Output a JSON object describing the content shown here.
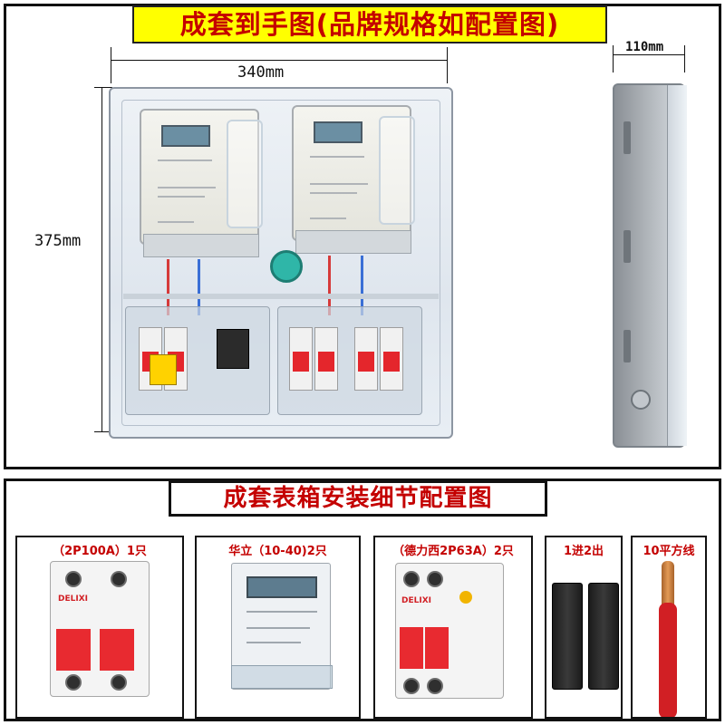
{
  "top": {
    "banner": "成套到手图(品牌规格如配置图)",
    "dim_width": "340mm",
    "dim_height": "375mm",
    "dim_depth": "110mm"
  },
  "bottom": {
    "banner": "成套表箱安装细节配置图",
    "cards": [
      {
        "label": "（2P100A）1只",
        "brand": "DELIXI"
      },
      {
        "label": "华立（10-40)2只"
      },
      {
        "label": "（德力西2P63A）2只",
        "brand": "DELIXI"
      },
      {
        "label": "1进2出"
      },
      {
        "label": "10平方线"
      }
    ]
  },
  "colors": {
    "title_bg": "#ffff00",
    "title_text": "#c40000",
    "breaker_red": "#e4262c",
    "knob_teal": "#2fb6a8"
  }
}
